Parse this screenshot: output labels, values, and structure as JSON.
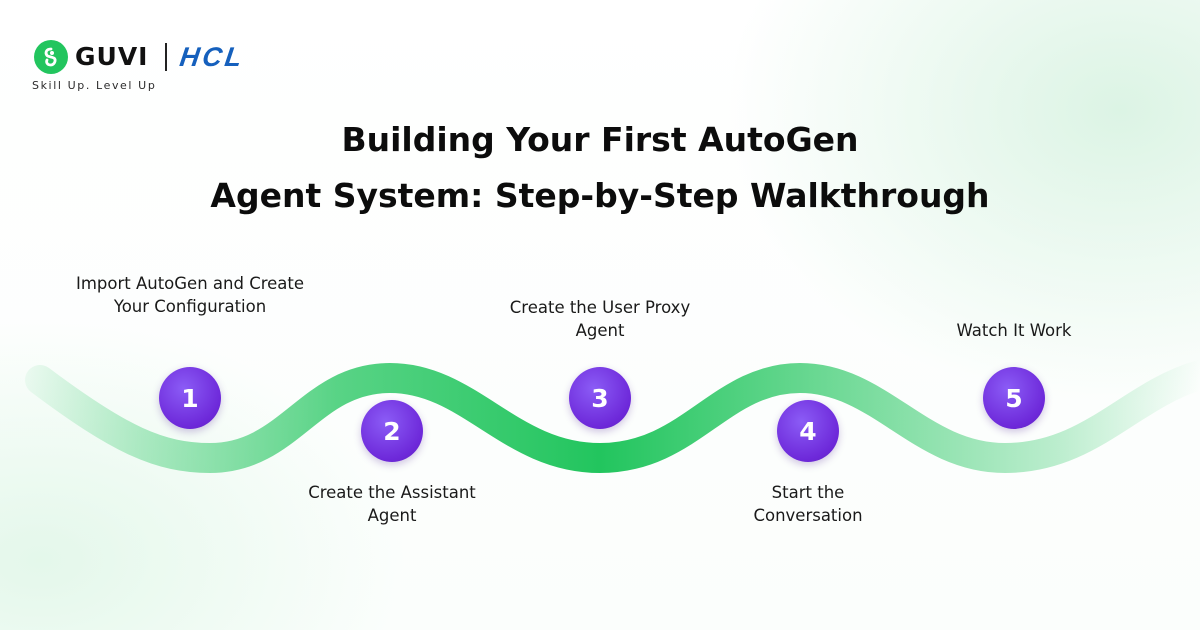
{
  "brand": {
    "guvi": "GUVI",
    "hcl": "HCL",
    "tagline": "Skill Up. Level Up"
  },
  "title": {
    "line1": "Building Your First AutoGen",
    "line2": "Agent System: Step-by-Step Walkthrough"
  },
  "steps": [
    {
      "number": "1",
      "label": "Import AutoGen and Create Your Configuration"
    },
    {
      "number": "2",
      "label": "Create the Assistant Agent"
    },
    {
      "number": "3",
      "label": "Create the User Proxy Agent"
    },
    {
      "number": "4",
      "label": "Start the Conversation"
    },
    {
      "number": "5",
      "label": "Watch It Work"
    }
  ],
  "colors": {
    "path": "#22c55e",
    "step_circle": "#6d28d9",
    "guvi_badge": "#22c55e",
    "hcl": "#1560bd"
  },
  "icons": {
    "guvi_badge": "guvi-logo-icon"
  }
}
